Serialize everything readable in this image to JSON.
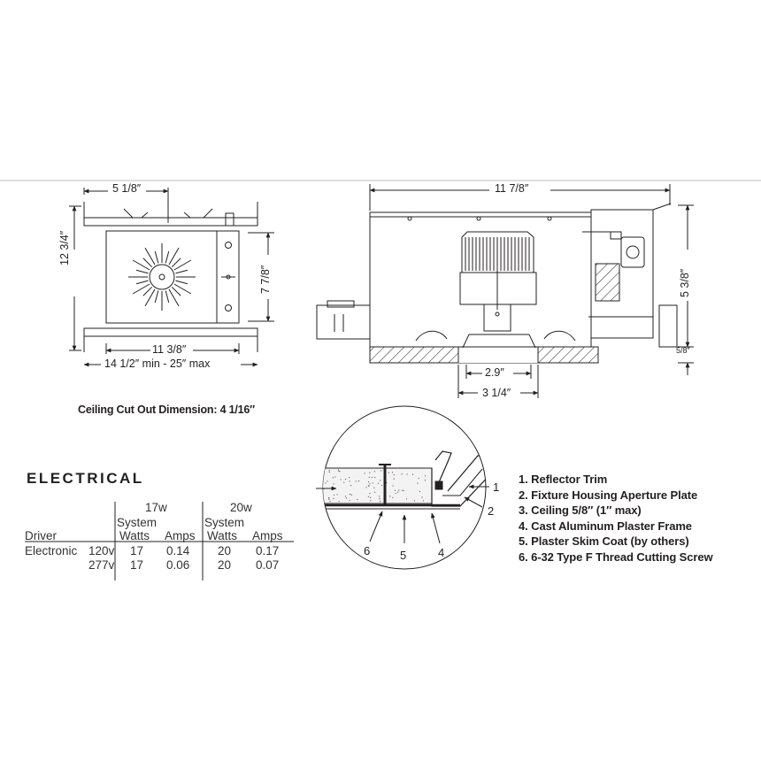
{
  "plan_view": {
    "dim_top": "5 1/8″",
    "dim_left": "12 3/4″",
    "dim_right": "7 7/8″",
    "dim_bottom_inner": "11 3/8″",
    "dim_bottom_outer": "14 1/2″ min - 25″ max"
  },
  "side_view": {
    "dim_top": "11 7/8″",
    "dim_right": "5 3/8″",
    "dim_right_small": "5/8″",
    "dim_aperture_inner": "2.9″",
    "dim_aperture_outer": "3 1/4″"
  },
  "ceiling_cutout": "Ceiling Cut Out Dimension: 4 1/16″",
  "electrical": {
    "title": "ELECTRICAL",
    "groups": [
      "17w",
      "20w"
    ],
    "subheaders": [
      "System",
      "Watts",
      "Amps"
    ],
    "driver_label": "Driver",
    "rows": [
      {
        "driver": "Electronic",
        "voltage": "120v",
        "w17_watts": "17",
        "w17_amps": "0.14",
        "w20_watts": "20",
        "w20_amps": "0.17"
      },
      {
        "driver": "",
        "voltage": "277v",
        "w17_watts": "17",
        "w17_amps": "0.06",
        "w20_watts": "20",
        "w20_amps": "0.07"
      }
    ]
  },
  "detail_callouts": [
    "1",
    "2",
    "4",
    "5",
    "6"
  ],
  "legend": [
    "1. Reflector Trim",
    "2. Fixture Housing Aperture Plate",
    "3. Ceiling 5/8″ (1″ max)",
    "4. Cast Aluminum Plaster Frame",
    "5. Plaster Skim Coat (by others)",
    "6. 6-32 Type F Thread Cutting Screw"
  ],
  "colors": {
    "line": "#231f20",
    "rule": "#bcbec0"
  }
}
